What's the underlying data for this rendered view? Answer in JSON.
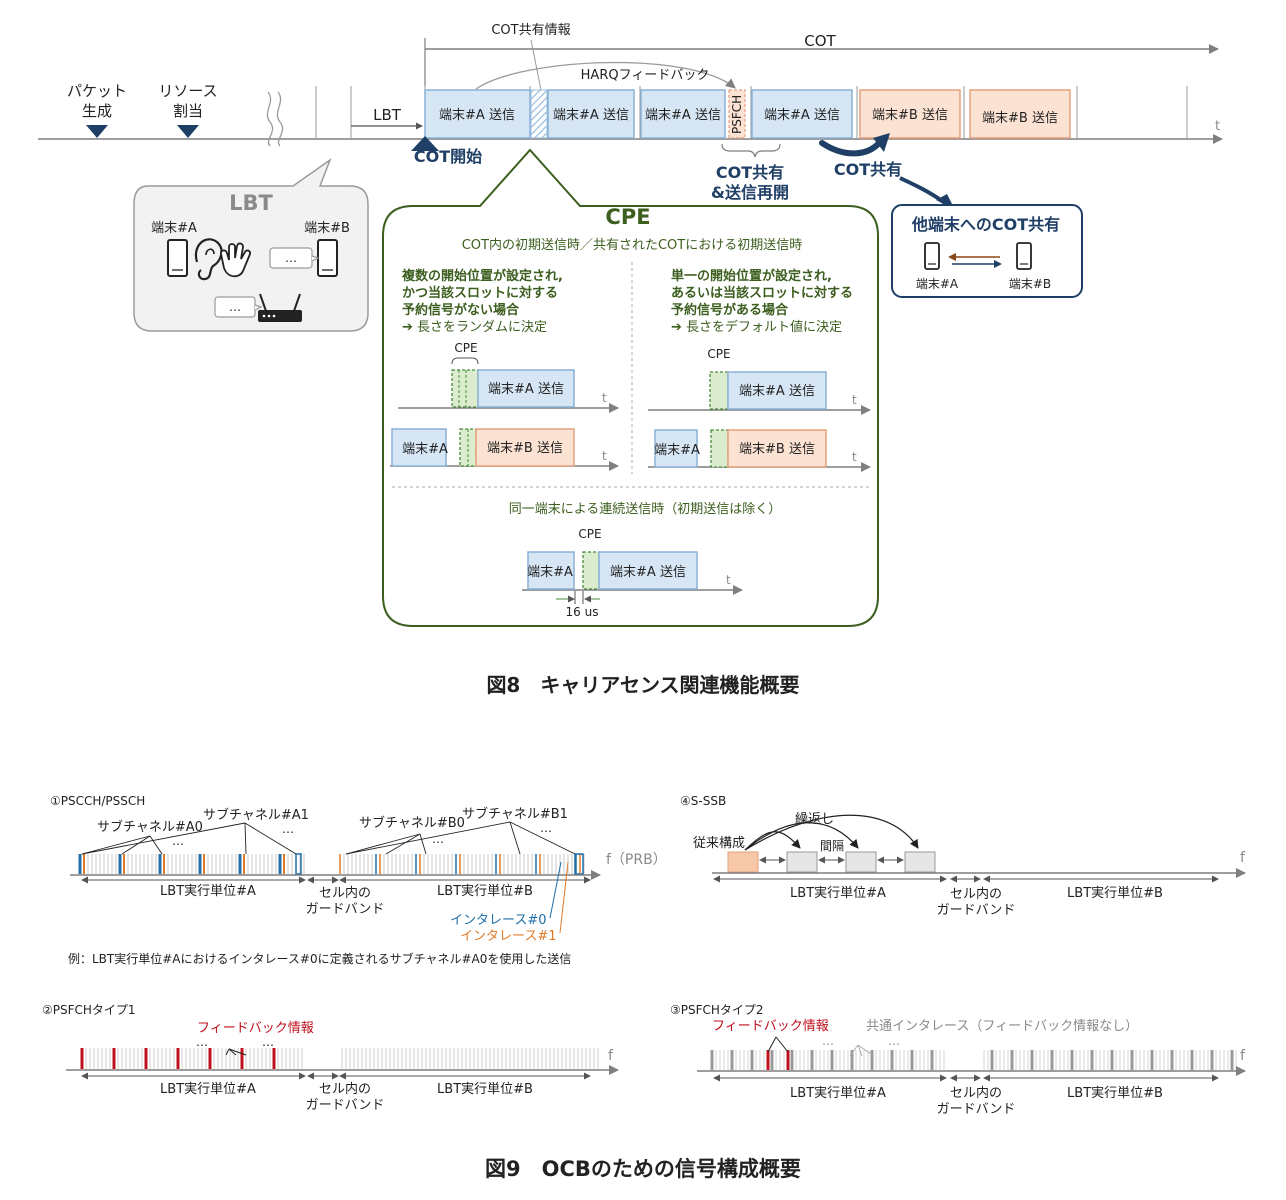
{
  "fig8": {
    "caption": "図8　キャリアセンス関連機能概要",
    "packet": "パケット",
    "packet2": "生成",
    "resource": "リソース",
    "resource2": "割当",
    "lbt": "LBT",
    "cot": "COT",
    "cot_share_info": "COT共有情報",
    "harq": "HARQフィードバック",
    "psfch": "PSFCH",
    "tx_a": "端末#A 送信",
    "tx_b": "端末#B 送信",
    "t": "t",
    "cot_start": "COT開始",
    "cot_share_resume_1": "COT共有",
    "cot_share_resume_2": "&送信再開",
    "cot_share": "COT共有",
    "lbt_bubble": {
      "title": "LBT",
      "ue_a": "端末#A",
      "ue_b": "端末#B",
      "dots": "…"
    },
    "share_bubble": {
      "title": "他端末へのCOT共有",
      "ue_a": "端末#A",
      "ue_b": "端末#B"
    },
    "cpe_panel": {
      "title": "CPE",
      "subtitle": "COT内の初期送信時／共有されたCOTにおける初期送信時",
      "left_1": "複数の開始位置が設定され,",
      "left_2": "かつ当該スロットに対する",
      "left_3": "予約信号がない場合",
      "left_4": "➔ 長さをランダムに決定",
      "right_1": "単一の開始位置が設定され,",
      "right_2": "あるいは当該スロットに対する",
      "right_3": "予約信号がある場合",
      "right_4": "➔ 長さをデフォルト値に決定",
      "cpe": "CPE",
      "ue_a": "端末#A",
      "bottom_title": "同一端末による連続送信時（初期送信は除く）",
      "gap": "16 us"
    }
  },
  "fig9": {
    "caption": "図9　OCBのための信号構成概要",
    "p1": {
      "title": "①PSCCH/PSSCH",
      "subA0": "サブチャネル#A0",
      "subA1": "サブチャネル#A1",
      "subB0": "サブチャネル#B0",
      "subB1": "サブチャネル#B1",
      "dots": "…",
      "f_prb": "f（PRB）",
      "lbtA": "LBT実行単位#A",
      "guard1": "セル内の",
      "guard2": "ガードバンド",
      "lbtB": "LBT実行単位#B",
      "il0": "インタレース#0",
      "il1": "インタレース#1",
      "example": "例：LBT実行単位#Aにおけるインタレース#0に定義されるサブチャネル#A0を使用した送信"
    },
    "p2": {
      "title": "②PSFCHタイプ1",
      "fb": "フィードバック情報",
      "dots": "…",
      "f": "f",
      "lbtA": "LBT実行単位#A",
      "guard1": "セル内の",
      "guard2": "ガードバンド",
      "lbtB": "LBT実行単位#B"
    },
    "p3": {
      "title": "③PSFCHタイプ2",
      "fb": "フィードバック情報",
      "common": "共通インタレース（フィードバック情報なし）",
      "dots": "…",
      "f": "f",
      "lbtA": "LBT実行単位#A",
      "guard1": "セル内の",
      "guard2": "ガードバンド",
      "lbtB": "LBT実行単位#B"
    },
    "p4": {
      "title": "④S-SSB",
      "repeat": "繰返し",
      "conventional": "従来構成",
      "interval": "間隔",
      "f": "f",
      "lbtA": "LBT実行単位#A",
      "guard1": "セル内の",
      "guard2": "ガードバンド",
      "lbtB": "LBT実行単位#B"
    }
  },
  "colors": {
    "ue_a_fill": "#d6e6f5",
    "ue_b_fill": "#fbe2d2",
    "cpe_green": "#4a8a3a",
    "navy": "#1f3f66",
    "interlace0": "#1f6fa8",
    "interlace1": "#e07b2a",
    "feedback_red": "#c0101e"
  }
}
